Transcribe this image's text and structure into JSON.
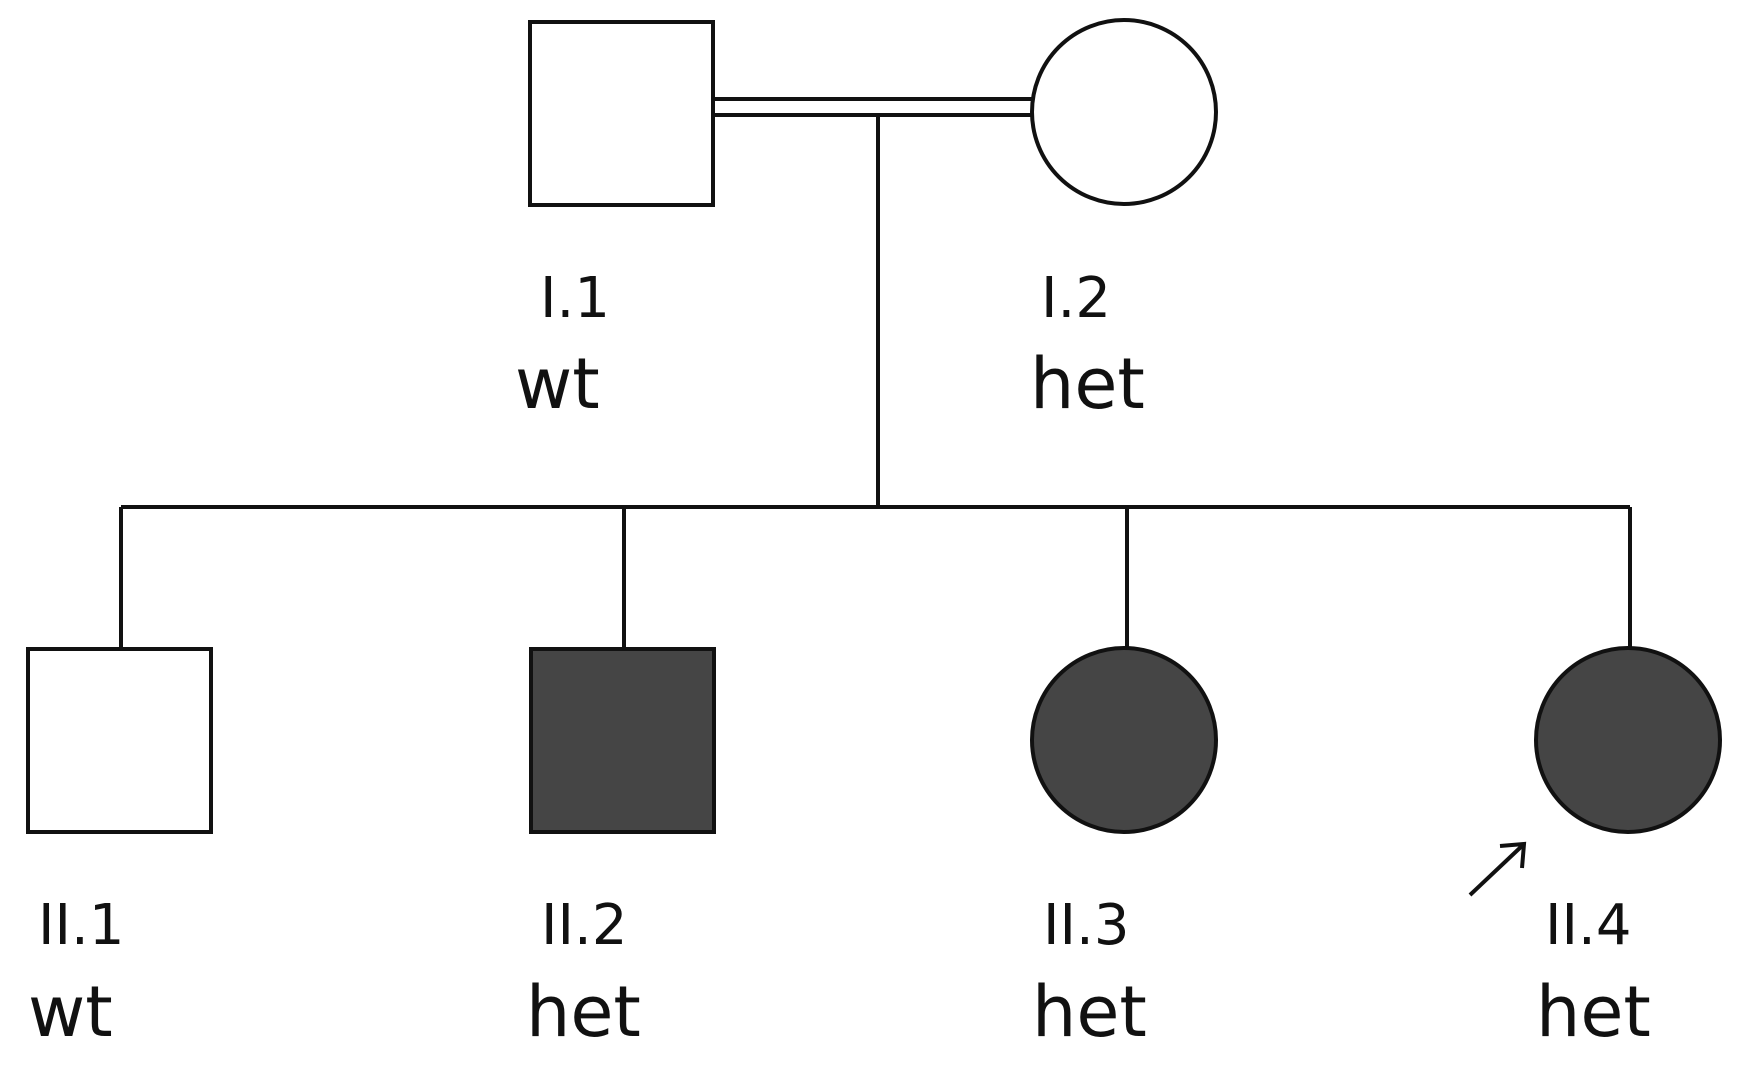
{
  "pedigree": {
    "colors": {
      "affected_fill": "#454545",
      "unaffected_fill": "#ffffff",
      "line": "#111111"
    },
    "individuals": [
      {
        "id": "I.1",
        "genotype": "wt",
        "sex": "male",
        "affected": false,
        "generation": "I"
      },
      {
        "id": "I.2",
        "genotype": "het",
        "sex": "female",
        "affected": false,
        "generation": "I"
      },
      {
        "id": "II.1",
        "genotype": "wt",
        "sex": "male",
        "affected": false,
        "generation": "II"
      },
      {
        "id": "II.2",
        "genotype": "het",
        "sex": "male",
        "affected": true,
        "generation": "II"
      },
      {
        "id": "II.3",
        "genotype": "het",
        "sex": "female",
        "affected": true,
        "generation": "II"
      },
      {
        "id": "II.4",
        "genotype": "het",
        "sex": "female",
        "affected": true,
        "generation": "II",
        "proband": true
      }
    ],
    "relationships": {
      "couple": [
        "I.1",
        "I.2"
      ],
      "consanguineous": true,
      "children": [
        "II.1",
        "II.2",
        "II.3",
        "II.4"
      ]
    },
    "proband_marker_icon": "arrow-up-right-icon"
  }
}
